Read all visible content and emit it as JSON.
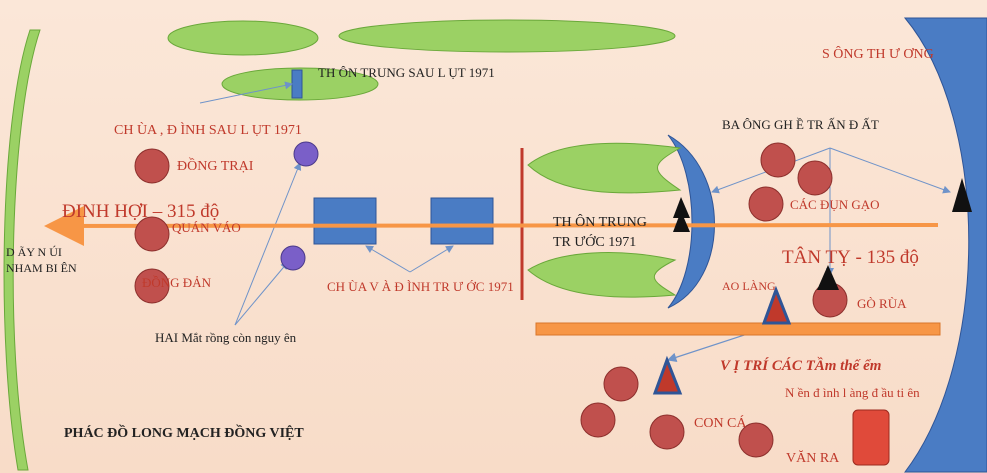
{
  "labels": {
    "thon_trung_sau": "TH ÔN TRUNG SAU L ỤT 1971",
    "song_thuong": "S ÔNG TH Ư ƠNG",
    "chua_dinh_sau": "CH ÙA , Đ ÌNH SAU L ỤT 1971",
    "ba_ong_ghe": "BA ÔNG GH Ề TR ẤN Đ ẤT",
    "dong_trai": "ĐỒNG TRẠI",
    "dinh_hoi": "ĐINH HỢI – 315 độ",
    "cac_dun_gao": "CÁC ĐỤN GẠO",
    "quan_vao": "QUÁN VÁO",
    "thon_trung_truoc_1": "TH ÔN TRUNG",
    "thon_trung_truoc_2": "TR ƯỚC 1971",
    "day_nui_1": "D ÃY N ÚI",
    "day_nui_2": "NHAM BI ÊN",
    "tan_ty": "TÂN TỴ - 135 độ",
    "dong_dan": "ĐỒNG ĐẢN",
    "chua_va_dinh": "CH ÙA V À Đ ÌNH TR Ư ỚC 1971",
    "ao_lang": "AO LÀNG",
    "go_rua": "GÒ RÙA",
    "hai_mat_rong": "HAI Mắt rồng còn nguy ên",
    "vi_tri": "V Ị TRÍ CÁC TẦm thế ểm",
    "nen_dinh": "N ền đ ình l àng đ ầu ti ên",
    "phac_do": "PHÁC ĐỒ LONG MẠCH ĐỒNG VIỆT",
    "con_ca": "CON CÁ",
    "van_ra": "VĂN RA"
  },
  "colors": {
    "background": "#f9e2d0",
    "green_shape": "#9bd164",
    "blue_shape": "#4a7cc4",
    "mound": "#c0504d",
    "purple_dot": "#7a5fc8",
    "orange_line": "#f79646",
    "label_red": "#c0392b"
  }
}
